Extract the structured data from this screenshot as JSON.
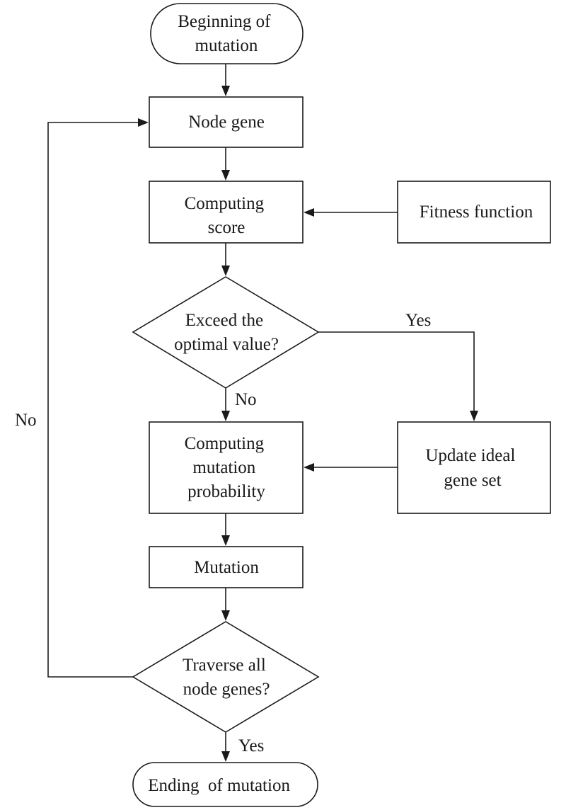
{
  "nodes": {
    "start": {
      "label_lines": [
        "Beginning of",
        "mutation"
      ]
    },
    "node_gene": {
      "label_lines": [
        "Node gene"
      ]
    },
    "computing_score": {
      "label_lines": [
        "Computing",
        "score"
      ]
    },
    "fitness_function": {
      "label_lines": [
        "Fitness function"
      ]
    },
    "exceed_decision": {
      "label_lines": [
        "Exceed the",
        "optimal value?"
      ]
    },
    "computing_probability": {
      "label_lines": [
        "Computing",
        "mutation",
        "probability"
      ]
    },
    "update_gene_set": {
      "label_lines": [
        "Update ideal",
        "gene set"
      ]
    },
    "mutation": {
      "label_lines": [
        "Mutation"
      ]
    },
    "traverse_decision": {
      "label_lines": [
        "Traverse all",
        "node genes?"
      ]
    },
    "end": {
      "label_lines": [
        "Ending  of mutation"
      ]
    }
  },
  "edges": {
    "exceed_yes": "Yes",
    "exceed_no": "No",
    "traverse_no": "No",
    "traverse_yes": "Yes"
  }
}
